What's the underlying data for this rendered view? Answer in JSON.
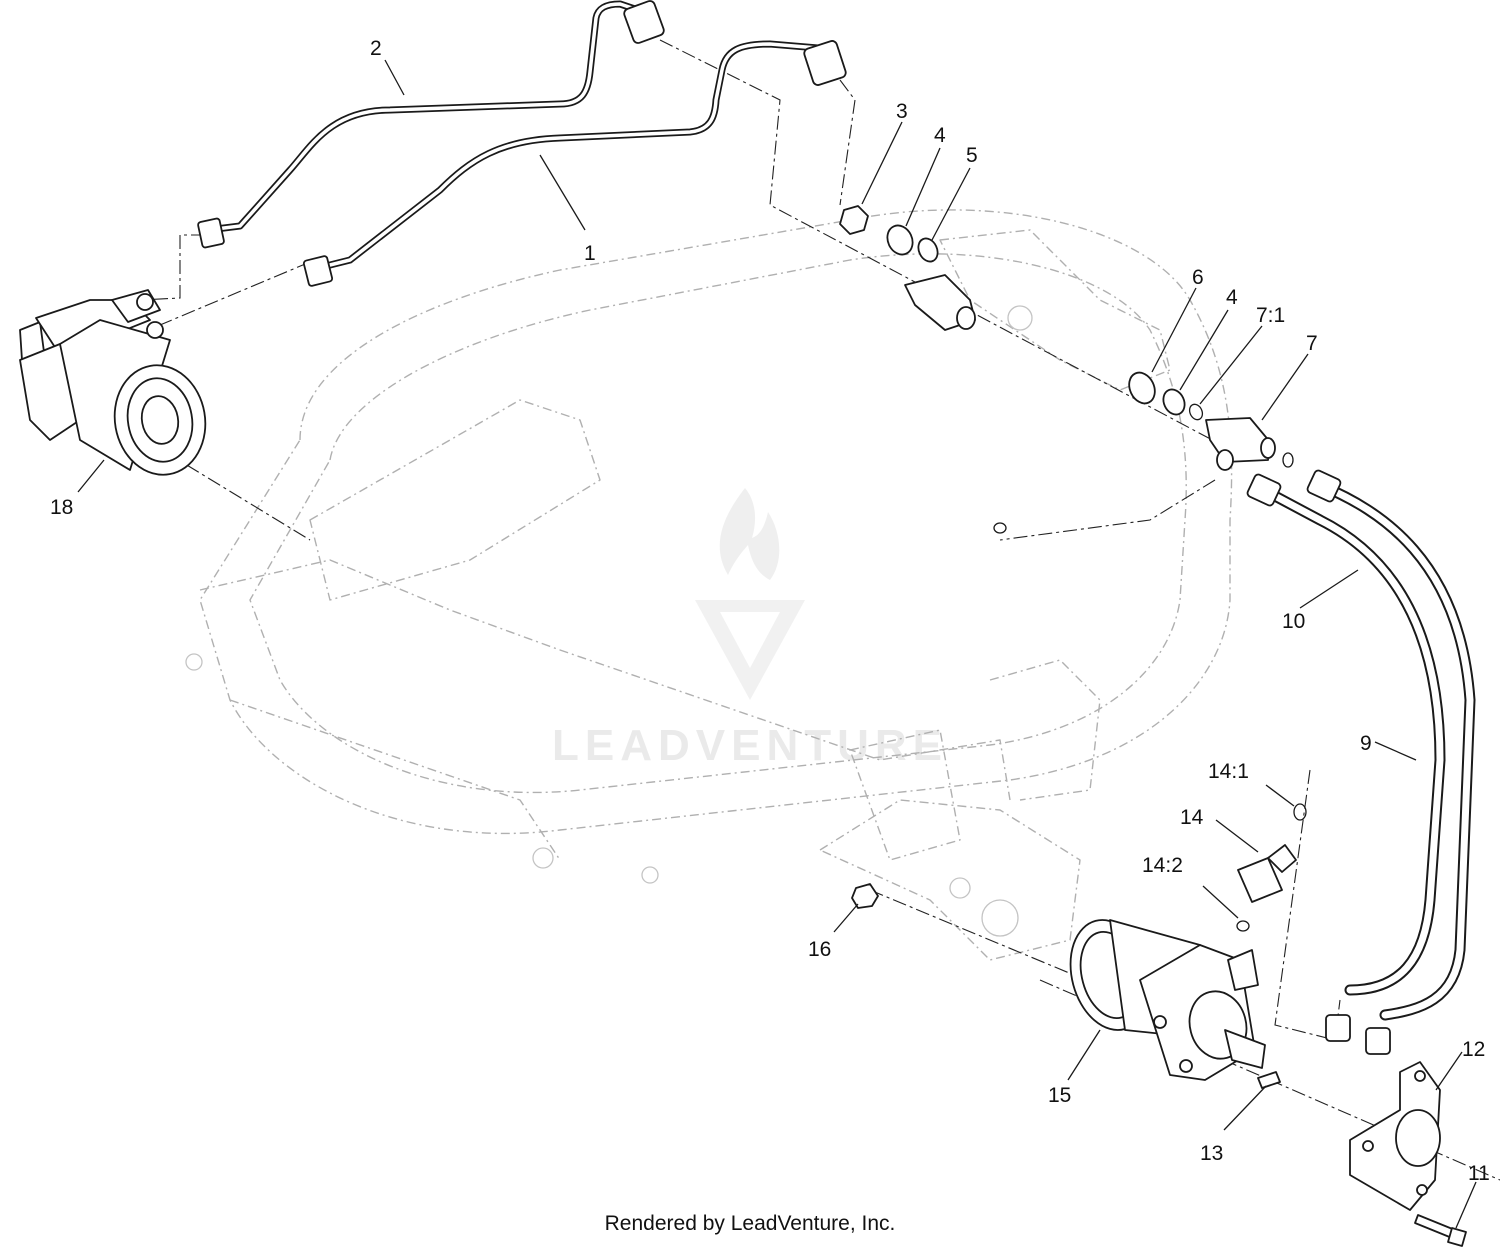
{
  "callouts": {
    "c1": "1",
    "c2": "2",
    "c3": "3",
    "c4a": "4",
    "c5": "5",
    "c6": "6",
    "c4b": "4",
    "c7_1": "7:1",
    "c7": "7",
    "c18": "18",
    "c10": "10",
    "c9": "9",
    "c14_1": "14:1",
    "c14": "14",
    "c14_2": "14:2",
    "c16": "16",
    "c15": "15",
    "c13": "13",
    "c12": "12",
    "c11": "11"
  },
  "watermark": {
    "brand": "LEADVENTURE"
  },
  "footer": {
    "text": "Rendered by LeadVenture, Inc."
  },
  "colors": {
    "ink": "#1a1a1a",
    "frame": "#b0b0b0",
    "watermark": "#d9d9d9"
  }
}
